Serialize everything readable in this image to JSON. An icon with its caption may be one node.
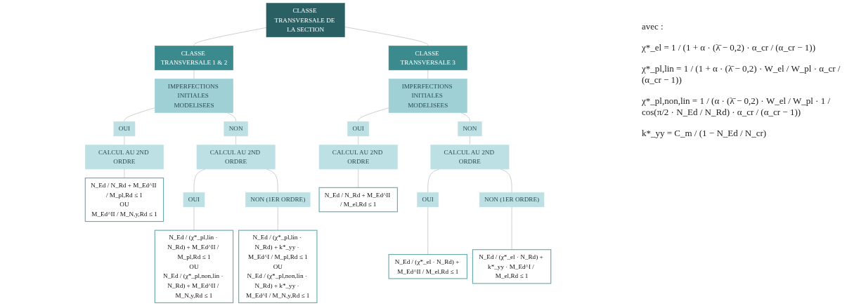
{
  "diagram": {
    "nodes": [
      {
        "text": [
          "CLASSE TRANSVERSALE DE LA SECTION"
        ]
      },
      {
        "text": [
          "CLASSE TRANSVERSALE 1 & 2"
        ]
      },
      {
        "text": [
          "CLASSE TRANSVERSALE 3"
        ]
      },
      {
        "text": [
          "IMPERFECTIONS INITIALES MODELISEES"
        ]
      },
      {
        "text": [
          "IMPERFECTIONS INITIALES MODELISEES"
        ]
      },
      {
        "text": [
          "OUI"
        ]
      },
      {
        "text": [
          "NON"
        ]
      },
      {
        "text": [
          "OUI"
        ]
      },
      {
        "text": [
          "NON"
        ]
      },
      {
        "text": [
          "CALCUL AU 2ND ORDRE"
        ]
      },
      {
        "text": [
          "CALCUL AU 2ND ORDRE"
        ]
      },
      {
        "text": [
          "CALCUL AU 2ND ORDRE"
        ]
      },
      {
        "text": [
          "CALCUL AU 2ND ORDRE"
        ]
      },
      {
        "text": [
          "OUI"
        ]
      },
      {
        "text": [
          "NON (1ER ORDRE)"
        ]
      },
      {
        "text": [
          "OUI"
        ]
      },
      {
        "text": [
          "NON (1ER ORDRE)"
        ]
      },
      {
        "text": [
          "N_Ed / N_Rd + M_Ed^II / M_pl,Rd ≤ 1",
          "OU",
          "M_Ed^II / M_N,y,Rd ≤ 1"
        ]
      },
      {
        "text": [
          "N_Ed / (χ*_pl,lin · N_Rd) + M_Ed^II / M_pl,Rd ≤ 1",
          "OU",
          "N_Ed / (χ*_pl,non,lin · N_Rd) + M_Ed^II / M_N,y,Rd ≤ 1"
        ]
      },
      {
        "text": [
          "N_Ed / (χ*_pl,lin · N_Rd) + k*_yy · M_Ed^I / M_pl,Rd ≤ 1",
          "OU",
          "N_Ed / (χ*_pl,non,lin · N_Rd) + k*_yy · M_Ed^I / M_N,y,Rd ≤ 1"
        ]
      },
      {
        "text": [
          "N_Ed / N_Rd + M_Ed^II / M_el,Rd ≤ 1"
        ]
      },
      {
        "text": [
          "N_Ed / (χ*_el · N_Rd) + M_Ed^II / M_el,Rd ≤ 1"
        ]
      },
      {
        "text": [
          "N_Ed / (χ*_el · N_Rd) + k*_yy · M_Ed^I / M_el,Rd ≤ 1"
        ]
      }
    ],
    "edges": [
      {
        "from": 0,
        "to": 1,
        "arrow": "none"
      },
      {
        "from": 0,
        "to": 2,
        "arrow": "none"
      },
      {
        "from": 1,
        "to": 3,
        "arrow": "none"
      },
      {
        "from": 2,
        "to": 4,
        "arrow": "none"
      },
      {
        "from": 3,
        "to": 5,
        "arrow": "none"
      },
      {
        "from": 3,
        "to": 6,
        "arrow": "none"
      },
      {
        "from": 4,
        "to": 7,
        "arrow": "none"
      },
      {
        "from": 4,
        "to": 8,
        "arrow": "none"
      },
      {
        "from": 5,
        "to": 9,
        "arrow": "none"
      },
      {
        "from": 6,
        "to": 10,
        "arrow": "none"
      },
      {
        "from": 7,
        "to": 11,
        "arrow": "none"
      },
      {
        "from": 8,
        "to": 12,
        "arrow": "none"
      },
      {
        "from": 9,
        "to": 17,
        "arrow": "none"
      },
      {
        "from": 10,
        "to": 13,
        "arrow": "none"
      },
      {
        "from": 10,
        "to": 14,
        "arrow": "none"
      },
      {
        "from": 11,
        "to": 20,
        "arrow": "none"
      },
      {
        "from": 12,
        "to": 15,
        "arrow": "none"
      },
      {
        "from": 12,
        "to": 16,
        "arrow": "none"
      },
      {
        "from": 13,
        "to": 18,
        "arrow": "none"
      },
      {
        "from": 14,
        "to": 19,
        "arrow": "none"
      },
      {
        "from": 15,
        "to": 21,
        "arrow": "none"
      },
      {
        "from": 16,
        "to": 22,
        "arrow": "none"
      }
    ],
    "labels": [
      "avec :",
      "χ*_el = 1 / (1 + α · (λ̄ − 0,2) · α_cr / (α_cr − 1))",
      "χ*_pl,lin = 1 / (1 + α · (λ̄ − 0,2) · W_el / W_pl · α_cr / (α_cr − 1))",
      "χ*_pl,non,lin = 1 / (α · (λ̄ − 0,2) · W_el / W_pl · 1 / cos(π/2 · N_Ed / N_Rd) · α_cr / (α_cr − 1))",
      "k*_yy = C_m / (1 − N_Ed / N_cr)"
    ]
  }
}
